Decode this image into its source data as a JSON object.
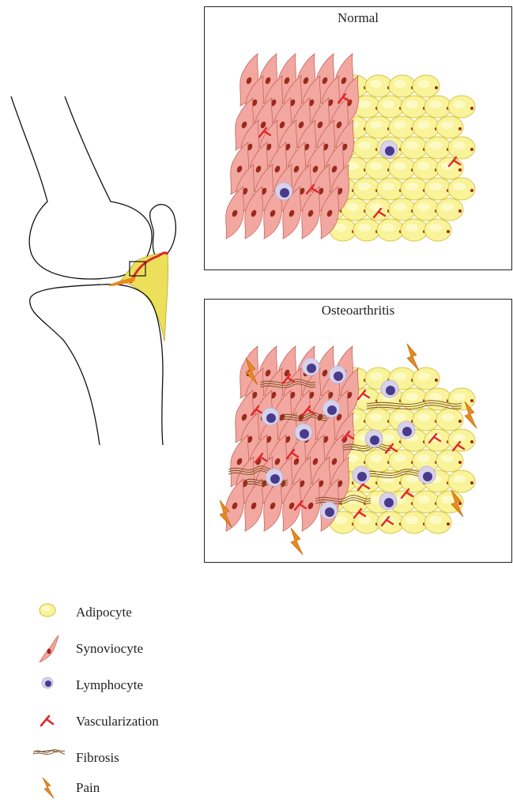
{
  "panels": {
    "normal": {
      "title": "Normal"
    },
    "osteoarthritis": {
      "title": "Osteoarthritis"
    }
  },
  "legend": [
    {
      "icon": "adipocyte-icon",
      "label": "Adipocyte"
    },
    {
      "icon": "synoviocyte-icon",
      "label": "Synoviocyte"
    },
    {
      "icon": "lymphocyte-icon",
      "label": "Lymphocyte"
    },
    {
      "icon": "vascularization-icon",
      "label": "Vascularization"
    },
    {
      "icon": "fibrosis-icon",
      "label": "Fibrosis"
    },
    {
      "icon": "pain-icon",
      "label": "Pain"
    }
  ],
  "colors": {
    "adipocyte_fill": "#f9f39a",
    "adipocyte_stroke": "#d9c84a",
    "synoviocyte_fill": "#f2a8a0",
    "synoviocyte_stroke": "#c9665c",
    "nucleus": "#9b2a1c",
    "lymphocyte_outer": "#d7d2ea",
    "lymphocyte_inner": "#4a3a8c",
    "vessel": "#e0262b",
    "fibrosis": "#7a4a1c",
    "pain": "#e88a1e",
    "fat_pad": "#ece05a"
  }
}
